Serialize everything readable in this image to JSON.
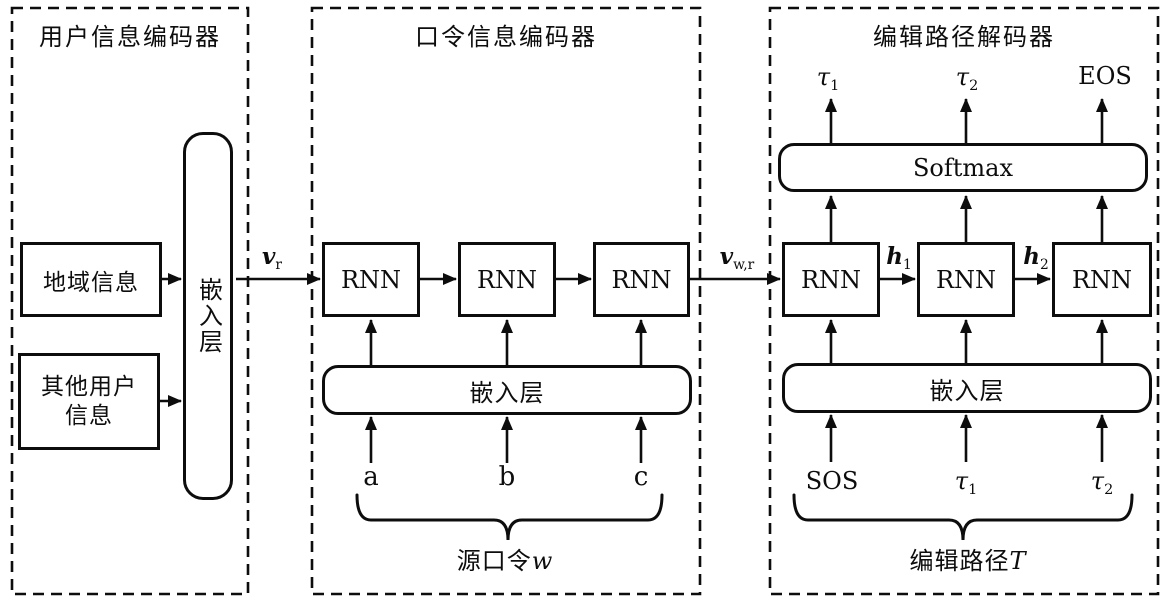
{
  "panels": {
    "user_encoder_title": "用户信息编码器",
    "password_encoder_title": "口令信息编码器",
    "decoder_title": "编辑路径解码器"
  },
  "user_encoder": {
    "region_box_label": "地域信息",
    "other_box_line1": "其他用户",
    "other_box_line2": "信息",
    "embedding_label": "嵌入层"
  },
  "password_encoder": {
    "rnn": [
      "RNN",
      "RNN",
      "RNN"
    ],
    "embedding_label": "嵌入层",
    "inputs": [
      "a",
      "b",
      "c"
    ],
    "brace_label_base": "源口令",
    "brace_label_var": "w"
  },
  "decoder": {
    "softmax_label": "Softmax",
    "rnn": [
      "RNN",
      "RNN",
      "RNN"
    ],
    "embedding_label": "嵌入层",
    "outputs": [
      {
        "base": "τ",
        "sub": "1"
      },
      {
        "base": "τ",
        "sub": "2"
      },
      {
        "base": "EOS",
        "sub": ""
      }
    ],
    "inputs": [
      {
        "base": "SOS",
        "sub": ""
      },
      {
        "base": "τ",
        "sub": "1"
      },
      {
        "base": "τ",
        "sub": "2"
      }
    ],
    "hidden_states": [
      {
        "base": "h",
        "sub": "1"
      },
      {
        "base": "h",
        "sub": "2"
      }
    ],
    "brace_label_base": "编辑路径",
    "brace_label_var": "T"
  },
  "edges": {
    "vr": {
      "base": "v",
      "sub": "r"
    },
    "vwr": {
      "base": "v",
      "sub": "w,r"
    }
  },
  "colors": {
    "ink": "#0d0d0d",
    "background": "#ffffff"
  }
}
